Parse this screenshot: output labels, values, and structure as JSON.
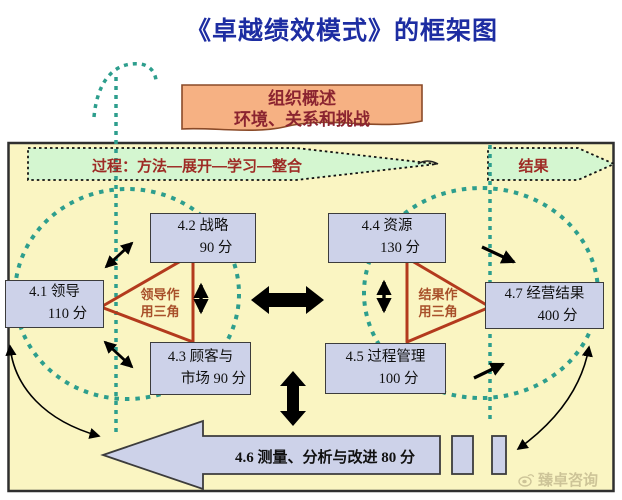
{
  "title": "《卓越绩效模式》的框架图",
  "org_box": {
    "line1": "组织概述",
    "line2": "环境、关系和挑战"
  },
  "process_banner": "过程：方法—展开—学习—整合",
  "result_banner": "结果",
  "boxes": {
    "b41": {
      "line1": "4.1 领导",
      "line2": "110 分"
    },
    "b42": {
      "line1": "4.2 战略",
      "line2": "90 分"
    },
    "b43": {
      "line1": "4.3 顾客与",
      "line2": "市场 90 分"
    },
    "b44": {
      "line1": "4.4 资源",
      "line2": "130 分"
    },
    "b45": {
      "line1": "4.5 过程管理",
      "line2": "100 分"
    },
    "b47": {
      "line1": "4.7 经营结果",
      "line2": "400 分"
    }
  },
  "arrow46": {
    "label": "4.6 测量、分析与改进 80 分"
  },
  "triangles": {
    "left": {
      "line1": "领导作",
      "line2": "用三角"
    },
    "right": {
      "line1": "结果作",
      "line2": "用三角"
    }
  },
  "watermark": {
    "icon": "weibo-icon",
    "text": "臻卓咨询"
  },
  "colors": {
    "title_blue": "#1d2da2",
    "box_fill": "#cdd2e9",
    "banner_green": "#d4f6d0",
    "org_orange": "#f6b183",
    "triangle_red": "#b33a1d",
    "dashed_teal": "#2d9e8d",
    "text_maroon": "#9e2b25",
    "diagram_bg": "#faf5c2"
  }
}
